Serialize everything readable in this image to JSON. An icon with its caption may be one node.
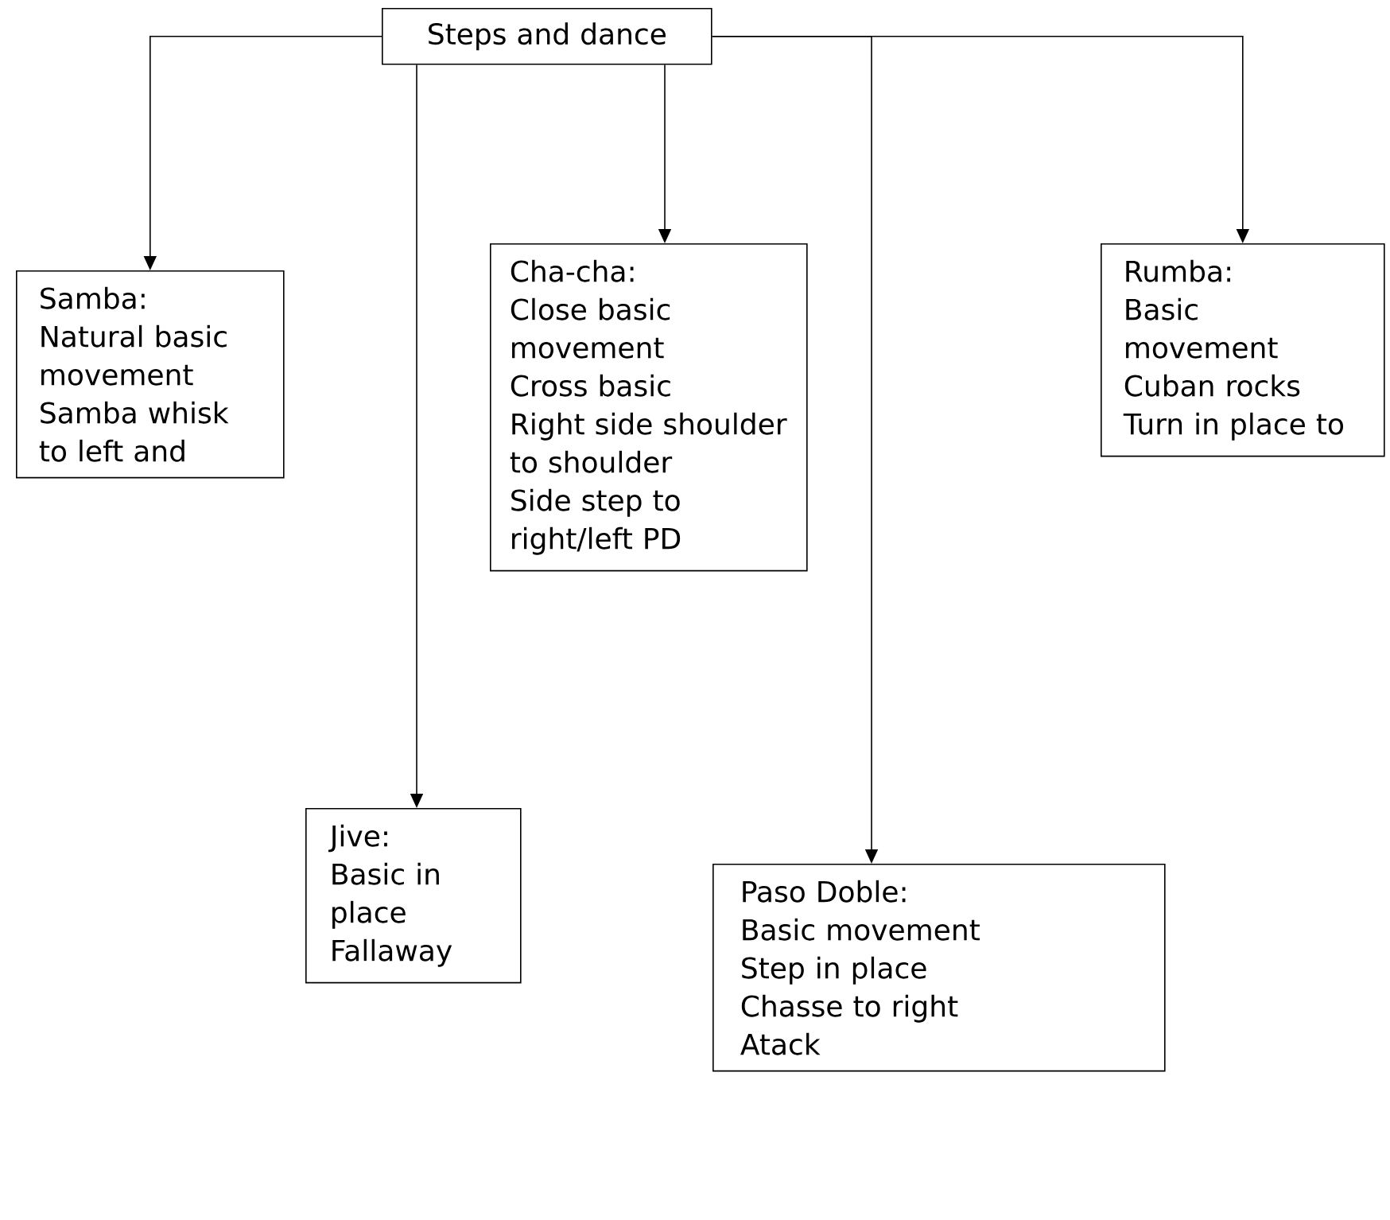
{
  "diagram": {
    "nodes": [
      {
        "text": [
          "Steps and dance"
        ]
      },
      {
        "text": [
          "Samba:",
          "Natural basic movement",
          "Samba whisk to left and"
        ]
      },
      {
        "text": [
          "Cha-cha:",
          "Close basic movement",
          "Cross basic",
          "Right side shoulder to shoulder",
          "Side step to right/left PD"
        ]
      },
      {
        "text": [
          "Rumba:",
          "Basic movement",
          "Cuban rocks",
          "Turn in place to"
        ]
      },
      {
        "text": [
          "Jive:",
          "Basic in place",
          "Fallaway"
        ]
      },
      {
        "text": [
          "Paso Doble:",
          "Basic movement",
          "Step in place",
          "Chasse to right",
          "Atack"
        ]
      }
    ],
    "edges": [
      {
        "from": 0,
        "to": 1,
        "arrow": "to"
      },
      {
        "from": 0,
        "to": 4,
        "arrow": "to"
      },
      {
        "from": 0,
        "to": 2,
        "arrow": "to"
      },
      {
        "from": 0,
        "to": 5,
        "arrow": "to"
      },
      {
        "from": 0,
        "to": 3,
        "arrow": "to"
      }
    ]
  }
}
